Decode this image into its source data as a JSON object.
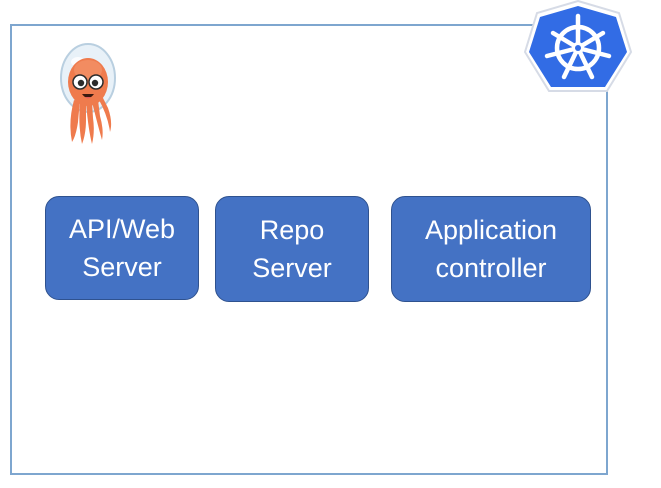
{
  "components": [
    {
      "id": "api",
      "lines": [
        "API/Web",
        "Server"
      ]
    },
    {
      "id": "repo",
      "lines": [
        "Repo",
        "Server"
      ]
    },
    {
      "id": "app",
      "lines": [
        "Application",
        "controller"
      ]
    }
  ],
  "icons": {
    "mascot": "argo-octopus-logo",
    "cluster": "kubernetes-helm-logo"
  },
  "colors": {
    "box_fill": "#4472c4",
    "box_border": "#2f528f",
    "frame_border": "#7ea6cf",
    "k8s_blue": "#326ce5",
    "octopus_orange": "#ef7b4d"
  }
}
